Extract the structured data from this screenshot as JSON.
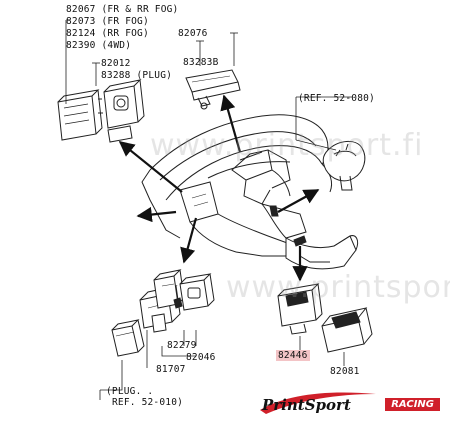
{
  "labels": {
    "p82067": "82067 (FR & RR FOG)",
    "p82073": "82073 (FR FOG)",
    "p82124": "82124 (RR FOG)",
    "p82390": "82390 (4WD)",
    "p82012": "82012",
    "p83288": "83288 (PLUG)",
    "p82076": "82076",
    "p83283B": "83283B",
    "ref_52_080": "(REF. 52-080)",
    "p82279": "82279",
    "p82046": "82046",
    "p81707": "81707",
    "p82446": "82446",
    "p82081": "82081",
    "plug_ref_line1": "(PLUG. .",
    "plug_ref_line2": "REF. 52-010)"
  },
  "watermarks": [
    "www.printsport.fi",
    "www.printsport.fi"
  ],
  "logo": {
    "main": "PrintSport",
    "racing": "RACING"
  },
  "colors": {
    "highlight": "#f3c4c6",
    "racing_badge": "#d0202a",
    "line": "#222222"
  }
}
